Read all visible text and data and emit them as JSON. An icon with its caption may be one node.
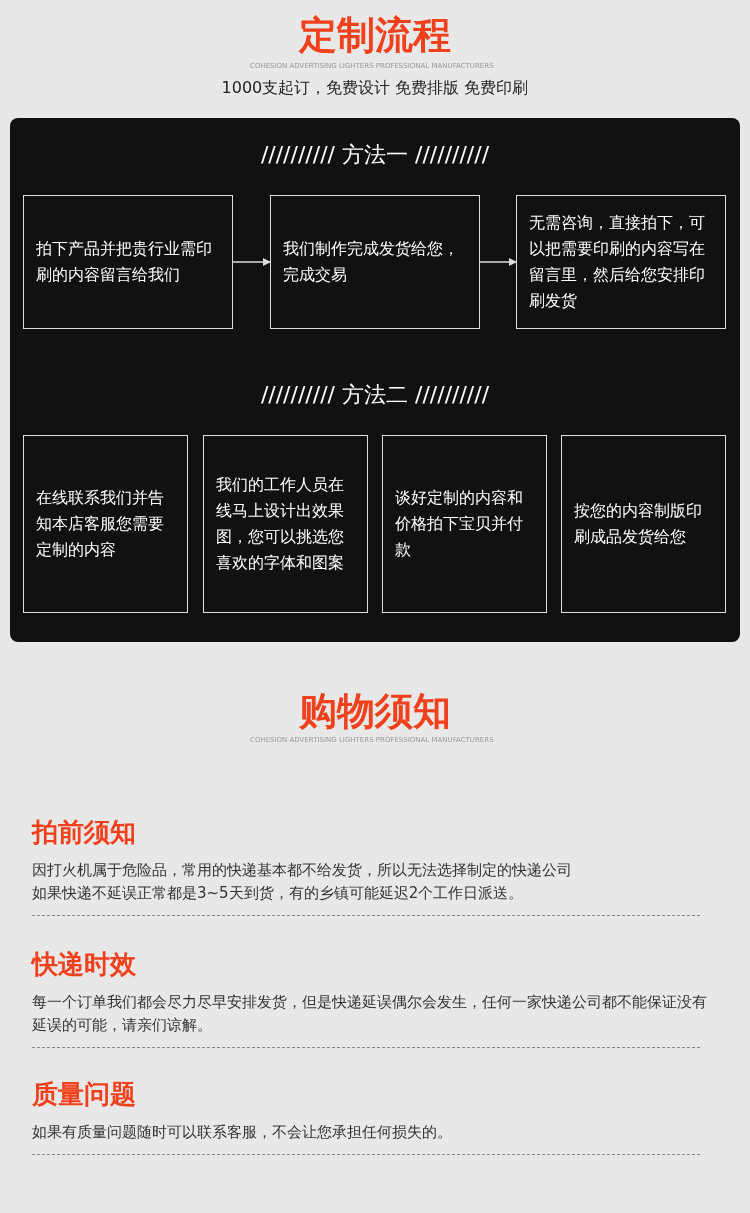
{
  "diagram": {
    "title": "定制流程",
    "nodes": [
      {
        "text": [
          "拍下产品并把贵行业需印刷的内容留言给我们"
        ]
      },
      {
        "text": [
          "我们制作完成发货给您，完成交易"
        ]
      },
      {
        "text": [
          "无需咨询，直接拍下，可以把需要印刷的内容写在留言里，然后给您安排印刷发货"
        ]
      },
      {
        "text": [
          "在线联系我们并告知本店客服您需要定制的内容"
        ]
      },
      {
        "text": [
          "我们的工作人员在线马上设计出效果图，您可以挑选您喜欢的字体和图案"
        ]
      },
      {
        "text": [
          "谈好定制的内容和价格拍下宝贝并付款"
        ]
      },
      {
        "text": [
          "按您的内容制版印刷成品发货给您"
        ]
      }
    ],
    "edges": [
      {
        "from": 0,
        "to": 1,
        "arrow": "to"
      },
      {
        "from": 1,
        "to": 2,
        "arrow": "to"
      }
    ],
    "labels": [
      "COHESION ADVERTISING LIGHTERS PROFESSIONAL MANUFACTURERS",
      "1000支起订，免费设计 免费排版 免费印刷",
      "////////// 方法一 //////////",
      "////////// 方法二 //////////",
      "购物须知",
      "COHESION ADVERTISING LIGHTERS PROFESSIONAL MANUFACTURERS",
      "拍前须知",
      "因打火机属于危险品，常用的快递基本都不给发货，所以无法选择制定的快递公司",
      "如果快递不延误正常都是3~5天到货，有的乡镇可能延迟2个工作日派送。",
      "快递时效",
      "每一个订单我们都会尽力尽早安排发货，但是快递延误偶尔会发生，任何一家快递公司都不能保证没有延误的可能，请亲们谅解。",
      "质量问题",
      "如果有质量问题随时可以联系客服，不会让您承担任何损失的。"
    ]
  }
}
